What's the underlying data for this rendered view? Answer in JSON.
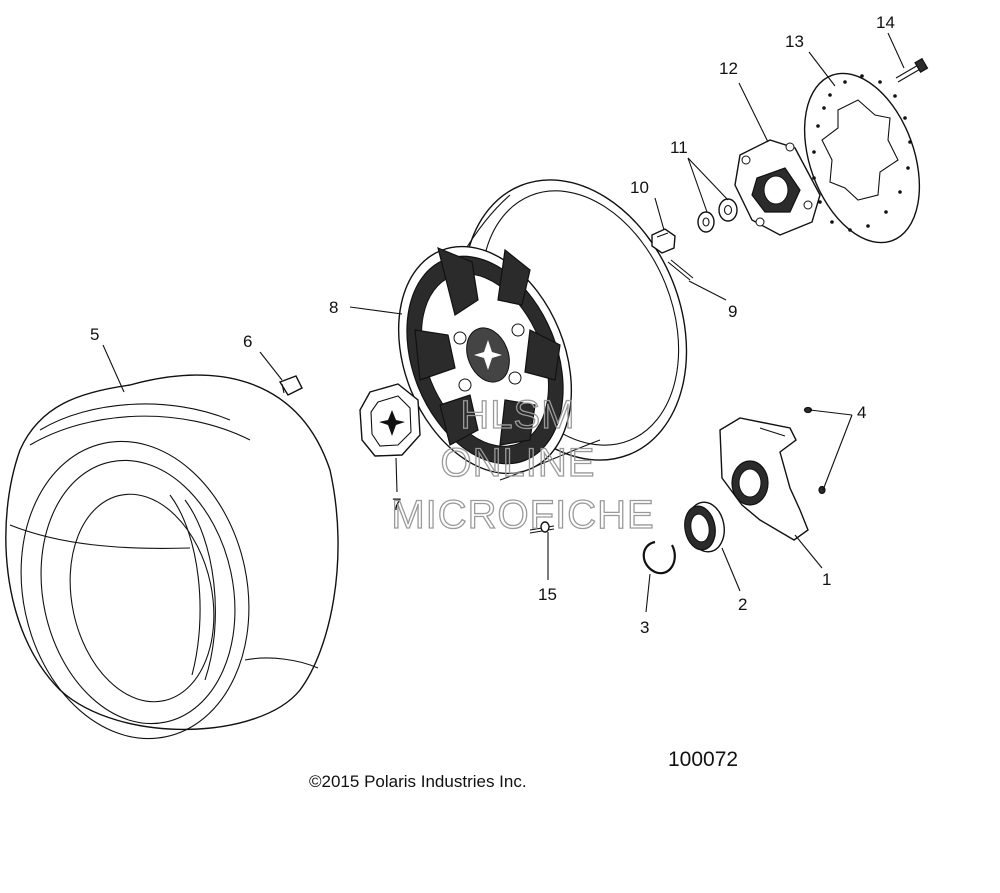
{
  "diagram": {
    "callouts": {
      "c1": "1",
      "c2": "2",
      "c3": "3",
      "c4": "4",
      "c5": "5",
      "c6": "6",
      "c7": "7",
      "c8": "8",
      "c9": "9",
      "c10": "10",
      "c11": "11",
      "c12": "12",
      "c13": "13",
      "c14": "14",
      "c15": "15"
    },
    "watermark": {
      "line1": "HLSM",
      "line2": "ONLINE",
      "line3": "MICROFICHE"
    },
    "part_number": "100072",
    "copyright": "©2015 Polaris Industries Inc."
  }
}
